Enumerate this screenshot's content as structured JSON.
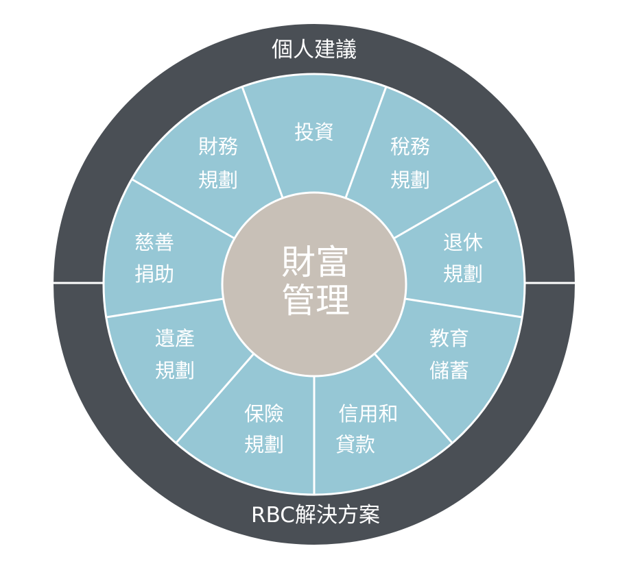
{
  "colors": {
    "outer_ring": "#4a4f55",
    "segments": "#96c7d5",
    "center": "#c8c0b7",
    "lines": "#ffffff",
    "text": "#ffffff"
  },
  "outer_ring": {
    "top_label": "個人建議",
    "bottom_label": "RBC解決方案"
  },
  "center": {
    "lines": [
      "財富",
      "管理"
    ]
  },
  "segments": [
    {
      "lines": [
        "投資"
      ]
    },
    {
      "lines": [
        "稅務",
        "規劃"
      ]
    },
    {
      "lines": [
        "退休",
        "規劃"
      ]
    },
    {
      "lines": [
        "教育",
        "儲蓄"
      ]
    },
    {
      "lines": [
        "信用和",
        "貸款"
      ]
    },
    {
      "lines": [
        "保險",
        "規劃"
      ]
    },
    {
      "lines": [
        "遺產",
        "規劃"
      ]
    },
    {
      "lines": [
        "慈善",
        "捐助"
      ]
    },
    {
      "lines": [
        "財務",
        "規劃"
      ]
    }
  ]
}
